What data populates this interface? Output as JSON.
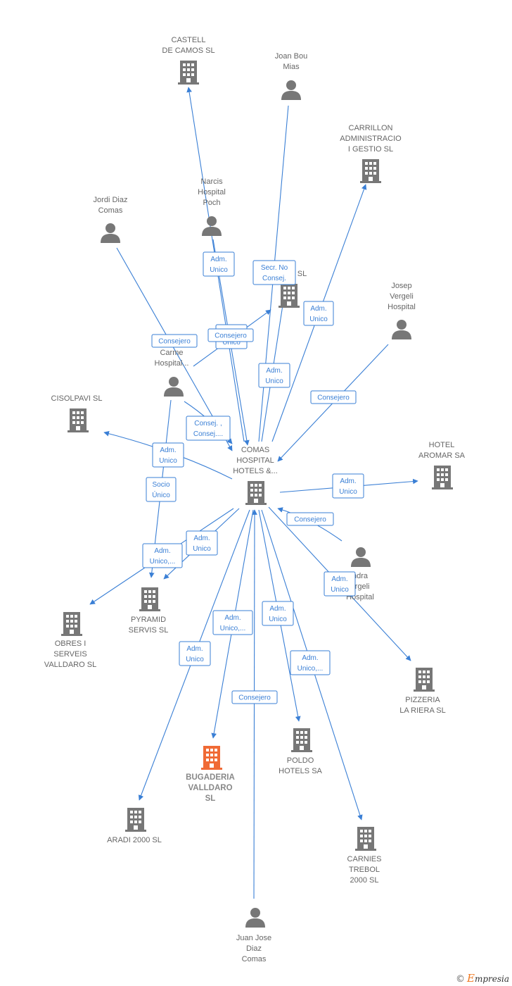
{
  "colors": {
    "edge": "#3a7fd5",
    "company": "#777777",
    "person": "#777777",
    "focus": "#f06a35"
  },
  "nodes": [
    {
      "id": "castell",
      "type": "company",
      "lines": [
        "CASTELL",
        "DE CAMOS SL"
      ]
    },
    {
      "id": "joanbou",
      "type": "person",
      "lines": [
        "Joan Bou",
        "Mias"
      ]
    },
    {
      "id": "carrillon",
      "type": "company",
      "lines": [
        "CARRILLON",
        "ADMINISTRACIO",
        "I GESTIO SL"
      ]
    },
    {
      "id": "jordi",
      "type": "person",
      "lines": [
        "Jordi Diaz",
        "Comas"
      ]
    },
    {
      "id": "narcis",
      "type": "person",
      "lines": [
        "Narcis",
        "Hospital",
        "Poch"
      ]
    },
    {
      "id": "st",
      "type": "company",
      "lines": [
        "ST SL"
      ]
    },
    {
      "id": "josep",
      "type": "person",
      "lines": [
        "Josep",
        "Vergeli",
        "Hospital"
      ]
    },
    {
      "id": "carme",
      "type": "person",
      "lines": [
        "Carme",
        "Hospital..."
      ]
    },
    {
      "id": "cisolpavi",
      "type": "company",
      "lines": [
        "CISOLPAVI SL"
      ]
    },
    {
      "id": "comas",
      "type": "company",
      "lines": [
        "COMAS",
        "HOSPITAL",
        "HOTELS &..."
      ]
    },
    {
      "id": "aromar",
      "type": "company",
      "lines": [
        "HOTEL",
        "AROMAR SA"
      ]
    },
    {
      "id": "sandra",
      "type": "person",
      "lines": [
        "ndra",
        "ergeli",
        "Hospital"
      ]
    },
    {
      "id": "pyramid",
      "type": "company",
      "lines": [
        "PYRAMID",
        "SERVIS SL"
      ]
    },
    {
      "id": "obres",
      "type": "company",
      "lines": [
        "OBRES I",
        "SERVEIS",
        "VALLDARO  SL"
      ]
    },
    {
      "id": "pizzeria",
      "type": "company",
      "lines": [
        "PIZZERIA",
        "LA RIERA  SL"
      ]
    },
    {
      "id": "poldo",
      "type": "company",
      "lines": [
        "POLDO",
        "HOTELS SA"
      ]
    },
    {
      "id": "bugaderia",
      "type": "focus",
      "lines": [
        "BUGADERIA",
        "VALLDARO",
        "SL"
      ]
    },
    {
      "id": "aradi",
      "type": "company",
      "lines": [
        "ARADI 2000 SL"
      ]
    },
    {
      "id": "carnies",
      "type": "company",
      "lines": [
        "CARNIES",
        "TREBOL",
        "2000 SL"
      ]
    },
    {
      "id": "juanjose",
      "type": "person",
      "lines": [
        "Juan Jose",
        "Diaz",
        "Comas"
      ]
    }
  ],
  "edge_labels": [
    {
      "id": "e-narcis",
      "lines": [
        "Adm.",
        "Unico"
      ]
    },
    {
      "id": "e-joanbou",
      "lines": [
        "Secr.  No",
        "Consej."
      ]
    },
    {
      "id": "e-carrillon",
      "lines": [
        "Adm.",
        "Unico"
      ]
    },
    {
      "id": "e-jordi",
      "lines": [
        "Consejero"
      ]
    },
    {
      "id": "e-carme-st-under",
      "lines": [
        "Adm.",
        "Unico"
      ]
    },
    {
      "id": "e-carme-st",
      "lines": [
        "Consejero"
      ]
    },
    {
      "id": "e-st",
      "lines": [
        "Adm.",
        "Unico"
      ]
    },
    {
      "id": "e-josep",
      "lines": [
        "Consejero"
      ]
    },
    {
      "id": "e-carme-comas",
      "lines": [
        "Consej. ,",
        "Consej...."
      ]
    },
    {
      "id": "e-cisolpavi",
      "lines": [
        "Adm.",
        "Unico"
      ]
    },
    {
      "id": "e-aromar",
      "lines": [
        "Adm.",
        "Unico"
      ]
    },
    {
      "id": "e-carme-pyramid",
      "lines": [
        "Socio",
        "Único"
      ]
    },
    {
      "id": "e-sandra",
      "lines": [
        "Consejero"
      ]
    },
    {
      "id": "e-pyramid",
      "lines": [
        "Adm.",
        "Unico"
      ]
    },
    {
      "id": "e-obres",
      "lines": [
        "Adm.",
        "Unico,..."
      ]
    },
    {
      "id": "e-pizzeria",
      "lines": [
        "Adm.",
        "Unico"
      ]
    },
    {
      "id": "e-bugaderia",
      "lines": [
        "Adm.",
        "Unico,..."
      ]
    },
    {
      "id": "e-poldo",
      "lines": [
        "Adm.",
        "Unico"
      ]
    },
    {
      "id": "e-aradi",
      "lines": [
        "Adm.",
        "Unico"
      ]
    },
    {
      "id": "e-carnies",
      "lines": [
        "Adm.",
        "Unico,..."
      ]
    },
    {
      "id": "e-juanjose",
      "lines": [
        "Consejero"
      ]
    }
  ],
  "brand": {
    "copyright": "©",
    "initial": "E",
    "name": "mpresia"
  }
}
